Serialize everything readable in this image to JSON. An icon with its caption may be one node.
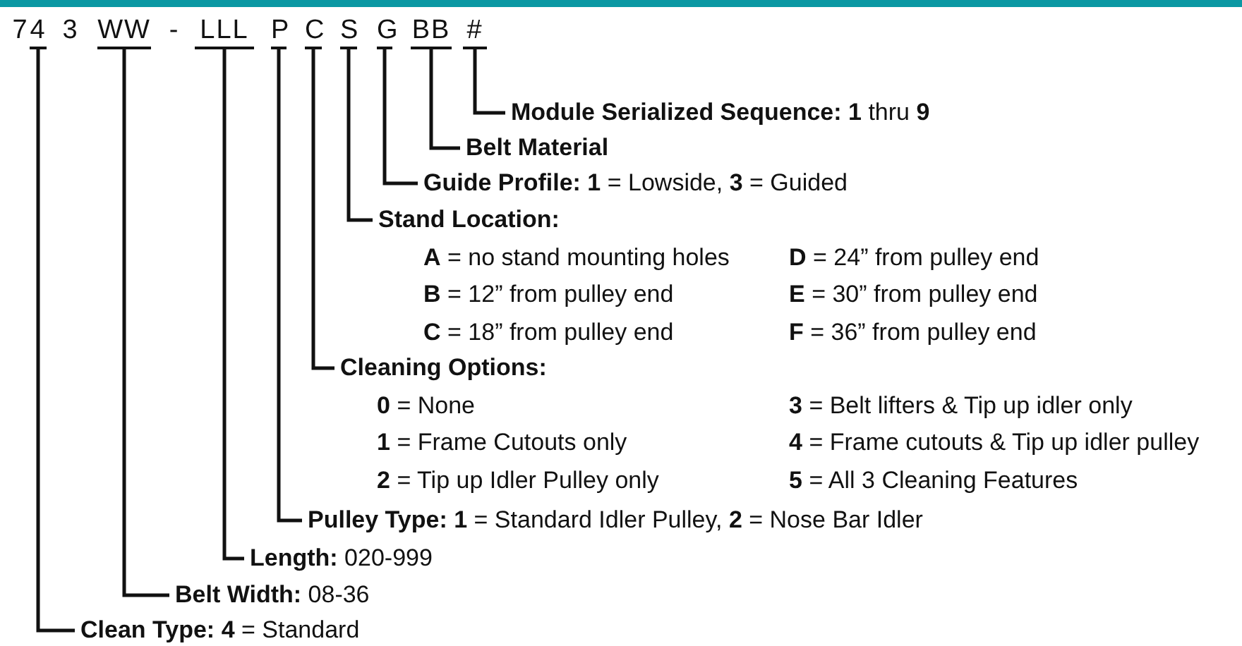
{
  "diagram": {
    "nodes": [
      {
        "text": [
          "4"
        ]
      },
      {
        "text": [
          "WW"
        ]
      },
      {
        "text": [
          "LLL"
        ]
      },
      {
        "text": [
          "P"
        ]
      },
      {
        "text": [
          "C"
        ]
      },
      {
        "text": [
          "S"
        ]
      },
      {
        "text": [
          "G"
        ]
      },
      {
        "text": [
          "BB"
        ]
      },
      {
        "text": [
          "#"
        ]
      },
      {
        "text": [
          "**Module Serialized Sequence: 1** thru **9**"
        ]
      },
      {
        "text": [
          "Belt Material"
        ]
      },
      {
        "text": [
          "**Guide Profile: 1** = Lowside, **3** = Guided"
        ]
      },
      {
        "text": [
          "Stand Location:",
          "**A** = no stand mounting holes",
          "**D** = 24” from pulley end",
          "**B** = 12” from pulley end",
          "**E** = 30” from pulley end",
          "**C** = 18” from pulley end",
          "**F** = 36” from pulley end"
        ]
      },
      {
        "text": [
          "Cleaning Options:",
          "**0** = None",
          "**3** = Belt lifters & Tip up idler only",
          "**1** = Frame Cutouts only",
          "**4** = Frame cutouts & Tip up idler pulley",
          "**2** = Tip up Idler Pulley only",
          "**5** = All 3 Cleaning Features"
        ]
      },
      {
        "text": [
          "**Pulley Type: 1** = Standard Idler Pulley, **2** = Nose Bar Idler"
        ]
      },
      {
        "text": [
          "**Length:** 020-999"
        ]
      },
      {
        "text": [
          "**Belt Width:** 08-36"
        ]
      },
      {
        "text": [
          "**Clean Type: 4** = Standard"
        ]
      }
    ],
    "edges": [
      {
        "from": 8,
        "to": 9,
        "arrow": "none"
      },
      {
        "from": 7,
        "to": 10,
        "arrow": "none"
      },
      {
        "from": 6,
        "to": 11,
        "arrow": "none"
      },
      {
        "from": 5,
        "to": 12,
        "arrow": "none"
      },
      {
        "from": 4,
        "to": 13,
        "arrow": "none"
      },
      {
        "from": 3,
        "to": 14,
        "arrow": "none"
      },
      {
        "from": 2,
        "to": 15,
        "arrow": "none"
      },
      {
        "from": 1,
        "to": 16,
        "arrow": "none"
      },
      {
        "from": 0,
        "to": 17,
        "arrow": "none"
      }
    ],
    "labels": [
      "7",
      "3",
      "-"
    ]
  }
}
